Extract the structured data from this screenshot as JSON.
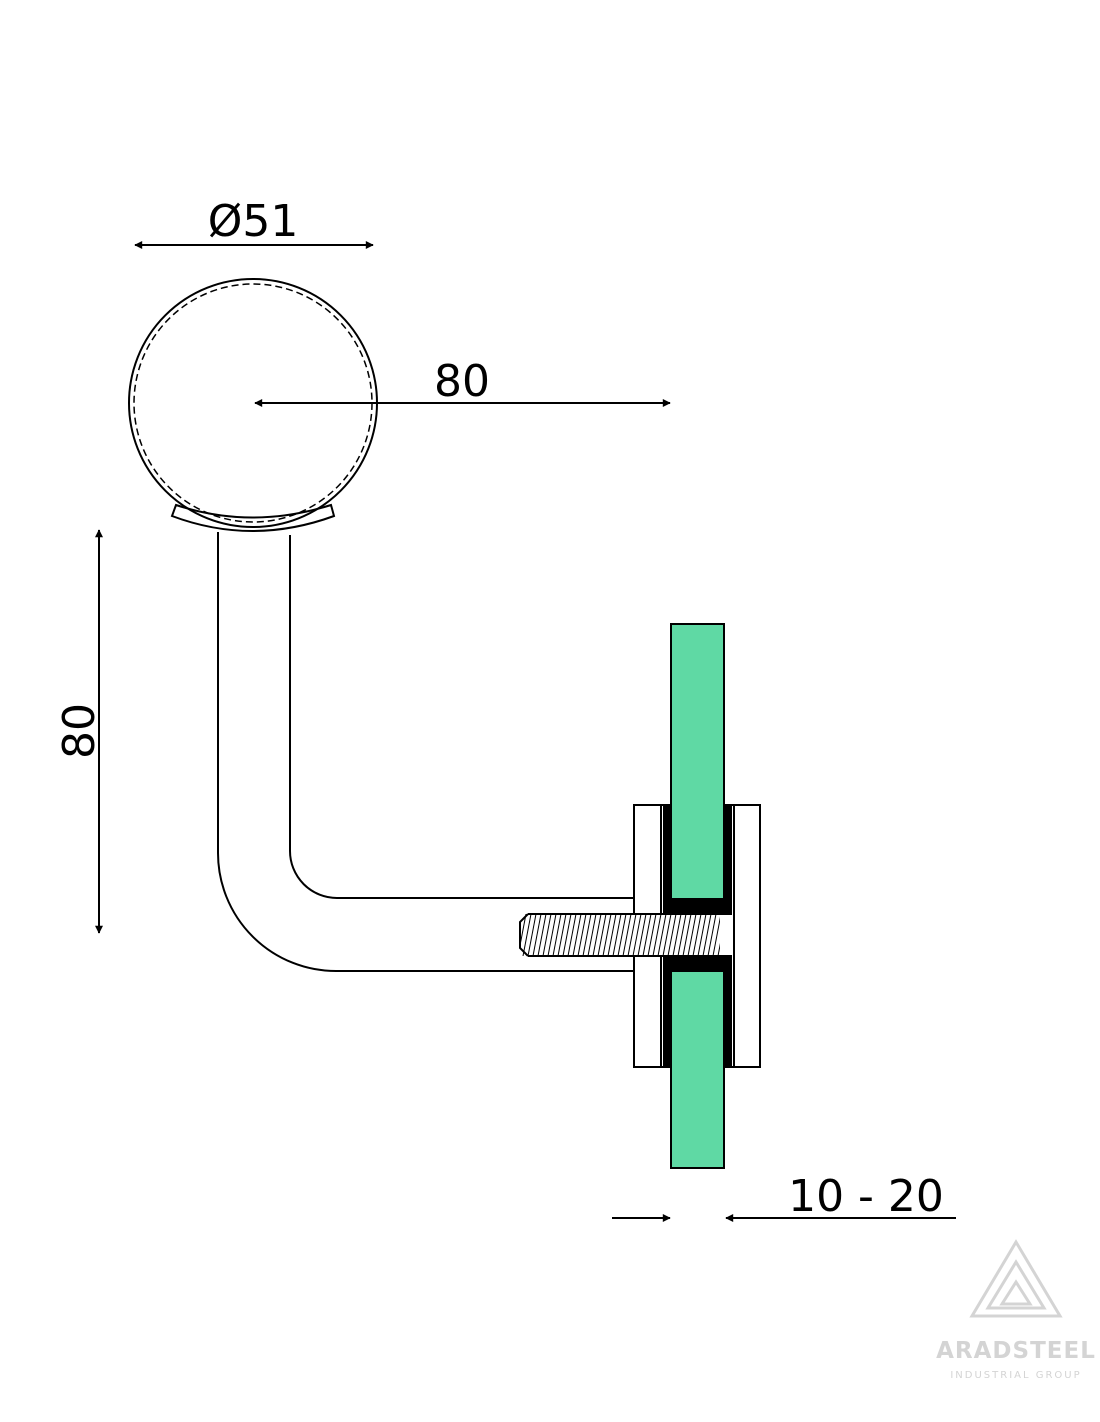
{
  "drawing": {
    "dimensions": {
      "handrail_diameter": "Ø51",
      "horizontal_projection": "80",
      "vertical_height": "80",
      "glass_thickness": "10 - 20"
    },
    "colors": {
      "glass": "#5fd9a4",
      "line": "#000000",
      "watermark": "#d4d4d4"
    }
  },
  "watermark": {
    "logo": "aradsteel-logo",
    "brand": "ARADSTEEL",
    "tagline": "INDUSTRIAL GROUP"
  }
}
